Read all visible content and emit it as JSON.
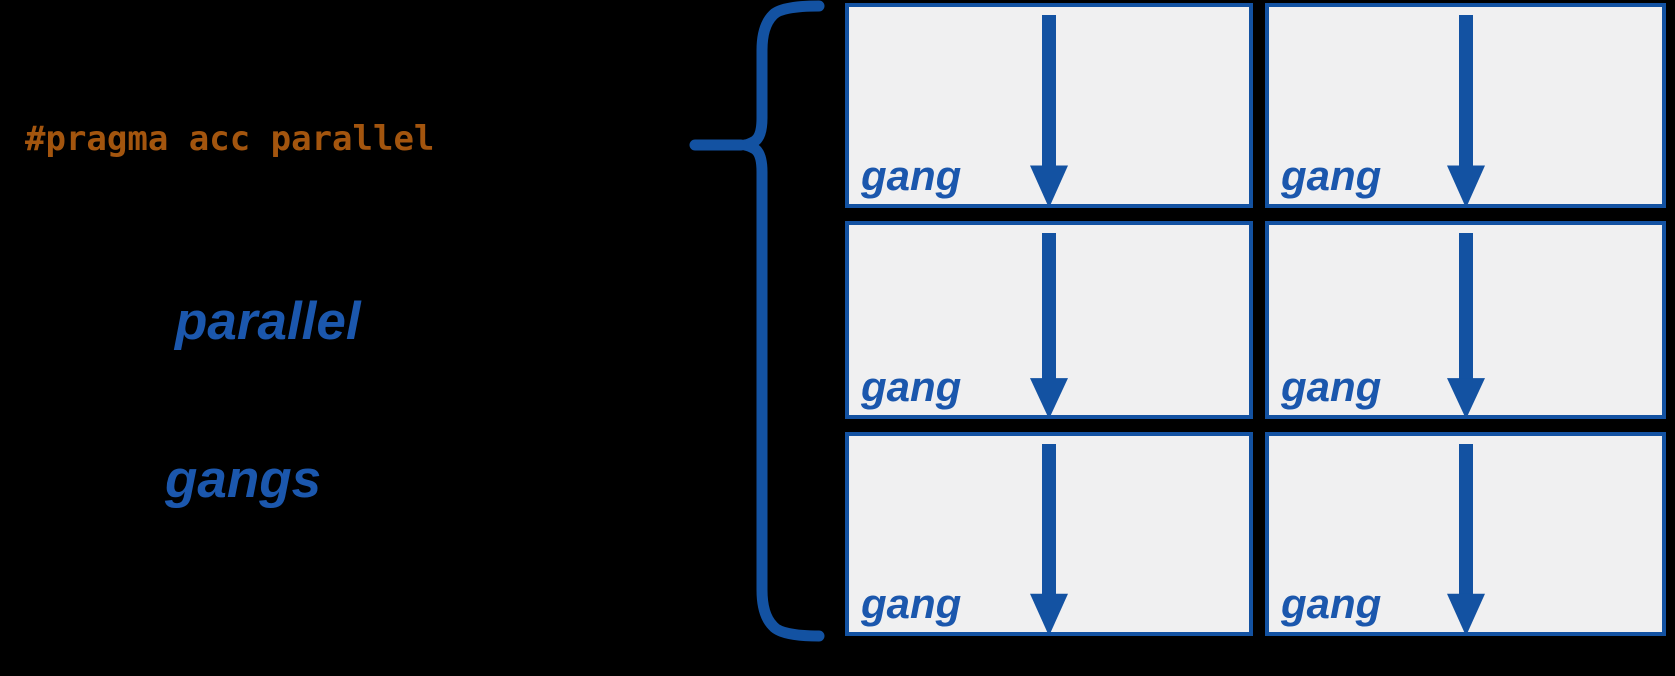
{
  "diagram": {
    "code_annotation": {
      "text": "#pragma acc parallel"
    },
    "labels": {
      "construct": "parallel",
      "unit_plural": "gangs"
    },
    "icons": {
      "brace": "left-curly-brace",
      "leader": "horizontal-leader-line",
      "arrow": "down-arrow"
    },
    "grid": {
      "rows": 3,
      "columns": 2,
      "cells": [
        {
          "label": "gang"
        },
        {
          "label": "gang"
        },
        {
          "label": "gang"
        },
        {
          "label": "gang"
        },
        {
          "label": "gang"
        },
        {
          "label": "gang"
        }
      ]
    },
    "colors": {
      "background": "#000000",
      "accent_blue": "#1352a2",
      "label_blue": "#1b57ad",
      "code_orange": "#a3550e",
      "box_fill": "#f0f0f1"
    }
  }
}
